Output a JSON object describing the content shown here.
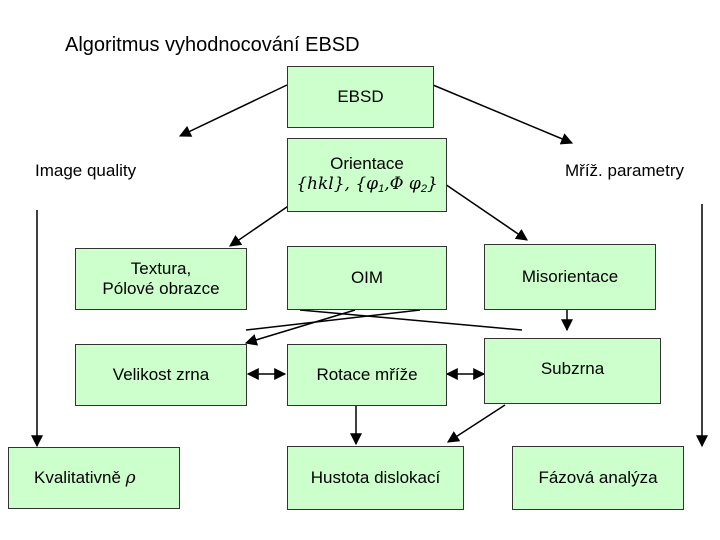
{
  "title": "Algoritmus vyhodnocování EBSD",
  "nodes": {
    "ebsd": "EBSD",
    "image_quality": "Image quality",
    "orientace": {
      "line1": "Orientace",
      "hkl": "{hkl}, {",
      "phi1": "φ",
      "sub1": "1",
      "comma": ",",
      "Phi": "Φ",
      "phi2": " φ",
      "sub2": "2",
      "close": "}"
    },
    "mriz_parametry": "Mříž. parametry",
    "textura": "Textura,\nPólové obrazce",
    "oim": "OIM",
    "misorientace": "Misorientace",
    "velikost_zrna": "Velikost zrna",
    "rotace_mrize": "Rotace mříže",
    "subzrna": "Subzrna",
    "kvalitativne": "Kvalitativně",
    "rho": "ρ",
    "hustota_dislokaci": "Hustota dislokací",
    "fazova_analyza": "Fázová analýza"
  }
}
